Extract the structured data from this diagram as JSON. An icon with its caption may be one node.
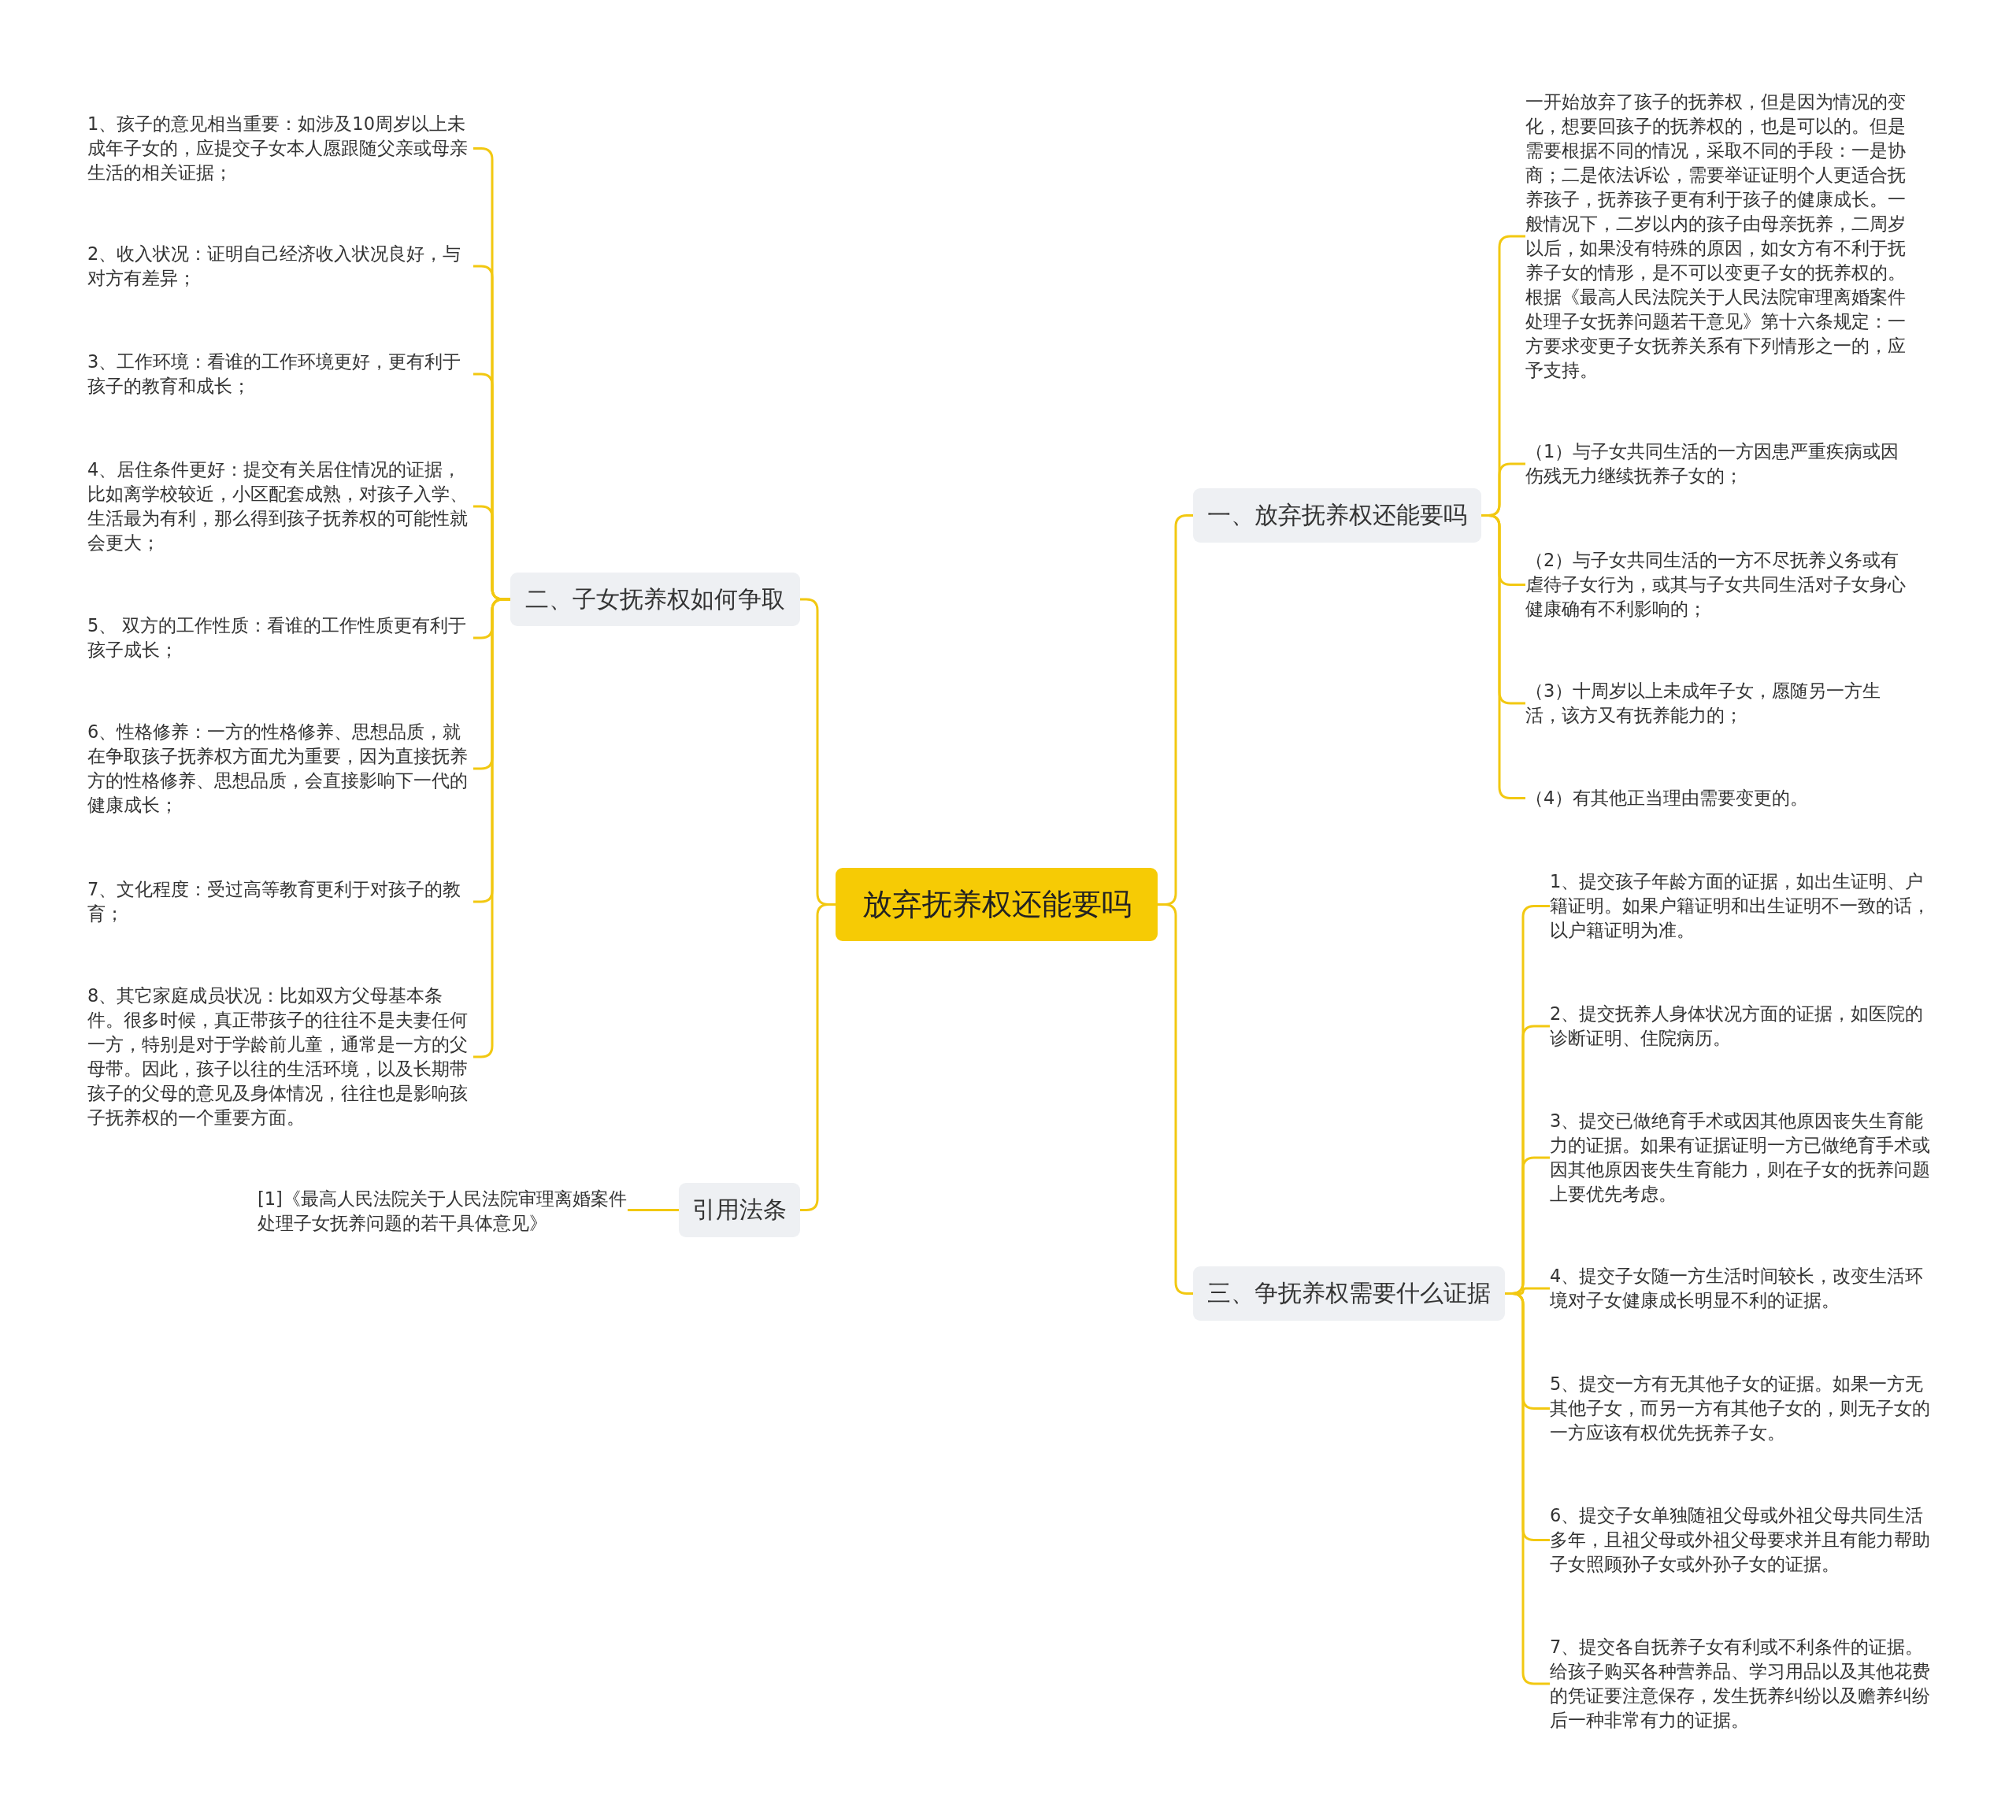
{
  "diagram": {
    "nodes": [
      {
        "text": [
          "放弃抚养权还能要吗"
        ]
      },
      {
        "text": [
          "二、子女抚养权如何争取"
        ]
      },
      {
        "text": [
          "1、孩子的意见相当重要：如涉及10周岁以上未成年子女的，应提交子女本人愿跟随父亲或母亲生活的相关证据；"
        ]
      },
      {
        "text": [
          "2、收入状况：证明自己经济收入状况良好，与对方有差异；"
        ]
      },
      {
        "text": [
          "3、工作环境：看谁的工作环境更好，更有利于孩子的教育和成长；"
        ]
      },
      {
        "text": [
          "4、居住条件更好：提交有关居住情况的证据，比如离学校较近，小区配套成熟，对孩子入学、生活最为有利，那么得到孩子抚养权的可能性就会更大；"
        ]
      },
      {
        "text": [
          "5、 双方的工作性质：看谁的工作性质更有利于孩子成长；"
        ]
      },
      {
        "text": [
          "6、性格修养：一方的性格修养、思想品质，就在争取孩子抚养权方面尤为重要，因为直接抚养方的性格修养、思想品质，会直接影响下一代的健康成长；"
        ]
      },
      {
        "text": [
          "7、文化程度：受过高等教育更利于对孩子的教育；"
        ]
      },
      {
        "text": [
          "8、其它家庭成员状况：比如双方父母基本条件。很多时候，真正带孩子的往往不是夫妻任何一方，特别是对于学龄前儿童，通常是一方的父母带。因此，孩子以往的生活环境，以及长期带孩子的父母的意见及身体情况，往往也是影响孩子抚养权的一个重要方面。"
        ]
      },
      {
        "text": [
          "引用法条"
        ]
      },
      {
        "text": [
          "[1]《最高人民法院关于人民法院审理离婚案件处理子女抚养问题的若干具体意见》"
        ]
      },
      {
        "text": [
          "一、放弃抚养权还能要吗"
        ]
      },
      {
        "text": [
          "一开始放弃了孩子的抚养权，但是因为情况的变化，想要回孩子的抚养权的，也是可以的。但是需要根据不同的情况，采取不同的手段：一是协商；二是依法诉讼，需要举证证明个人更适合抚养孩子，抚养孩子更有利于孩子的健康成长。一般情况下，二岁以内的孩子由母亲抚养，二周岁以后，如果没有特殊的原因，如女方有不利于抚养子女的情形，是不可以变更子女的抚养权的。根据《最高人民法院关于人民法院审理离婚案件处理子女抚养问题若干意见》第十六条规定：一方要求变更子女抚养关系有下列情形之一的，应予支持。"
        ]
      },
      {
        "text": [
          "（1）与子女共同生活的一方因患严重疾病或因伤残无力继续抚养子女的；"
        ]
      },
      {
        "text": [
          "（2）与子女共同生活的一方不尽抚养义务或有虐待子女行为，或其与子女共同生活对子女身心健康确有不利影响的；"
        ]
      },
      {
        "text": [
          "（3）十周岁以上未成年子女，愿随另一方生活，该方又有抚养能力的；"
        ]
      },
      {
        "text": [
          "（4）有其他正当理由需要变更的。"
        ]
      },
      {
        "text": [
          "三、争抚养权需要什么证据"
        ]
      },
      {
        "text": [
          "1、提交孩子年龄方面的证据，如出生证明、户籍证明。如果户籍证明和出生证明不一致的话，以户籍证明为准。"
        ]
      },
      {
        "text": [
          "2、提交抚养人身体状况方面的证据，如医院的诊断证明、住院病历。"
        ]
      },
      {
        "text": [
          "3、提交已做绝育手术或因其他原因丧失生育能力的证据。如果有证据证明一方已做绝育手术或因其他原因丧失生育能力，则在子女的抚养问题上要优先考虑。"
        ]
      },
      {
        "text": [
          "4、提交子女随一方生活时间较长，改变生活环境对子女健康成长明显不利的证据。"
        ]
      },
      {
        "text": [
          "5、提交一方有无其他子女的证据。如果一方无其他子女，而另一方有其他子女的，则无子女的一方应该有权优先抚养子女。"
        ]
      },
      {
        "text": [
          "6、提交子女单独随祖父母或外祖父母共同生活多年，且祖父母或外祖父母要求并且有能力帮助子女照顾孙子女或外孙子女的证据。"
        ]
      },
      {
        "text": [
          "7、提交各自抚养子女有利或不利条件的证据。给孩子购买各种营养品、学习用品以及其他花费的凭证要注意保存，发生抚养纠纷以及赡养纠纷后一种非常有力的证据。"
        ]
      }
    ],
    "edges": [
      {
        "from": 0,
        "to": 1,
        "arrow": "none"
      },
      {
        "from": 0,
        "to": 10,
        "arrow": "none"
      },
      {
        "from": 0,
        "to": 12,
        "arrow": "none"
      },
      {
        "from": 0,
        "to": 18,
        "arrow": "none"
      },
      {
        "from": 1,
        "to": 2,
        "arrow": "none"
      },
      {
        "from": 1,
        "to": 3,
        "arrow": "none"
      },
      {
        "from": 1,
        "to": 4,
        "arrow": "none"
      },
      {
        "from": 1,
        "to": 5,
        "arrow": "none"
      },
      {
        "from": 1,
        "to": 6,
        "arrow": "none"
      },
      {
        "from": 1,
        "to": 7,
        "arrow": "none"
      },
      {
        "from": 1,
        "to": 8,
        "arrow": "none"
      },
      {
        "from": 1,
        "to": 9,
        "arrow": "none"
      },
      {
        "from": 10,
        "to": 11,
        "arrow": "none"
      },
      {
        "from": 12,
        "to": 13,
        "arrow": "none"
      },
      {
        "from": 12,
        "to": 14,
        "arrow": "none"
      },
      {
        "from": 12,
        "to": 15,
        "arrow": "none"
      },
      {
        "from": 12,
        "to": 16,
        "arrow": "none"
      },
      {
        "from": 12,
        "to": 17,
        "arrow": "none"
      },
      {
        "from": 18,
        "to": 19,
        "arrow": "none"
      },
      {
        "from": 18,
        "to": 20,
        "arrow": "none"
      },
      {
        "from": 18,
        "to": 21,
        "arrow": "none"
      },
      {
        "from": 18,
        "to": 22,
        "arrow": "none"
      },
      {
        "from": 18,
        "to": 23,
        "arrow": "none"
      },
      {
        "from": 18,
        "to": 24,
        "arrow": "none"
      },
      {
        "from": 18,
        "to": 25,
        "arrow": "none"
      }
    ]
  }
}
